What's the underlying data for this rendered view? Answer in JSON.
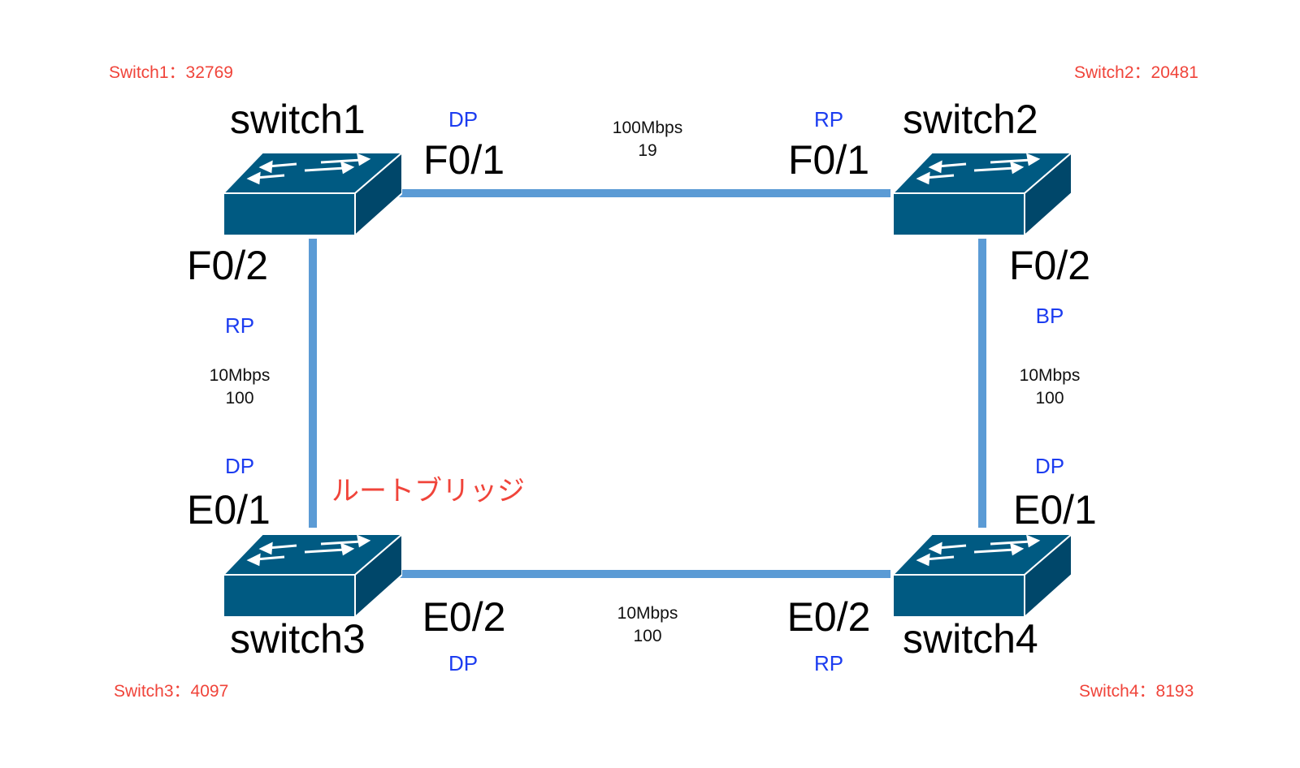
{
  "root_bridge_label": "ルートブリッジ",
  "link_color": "#5b9bd5",
  "switch_color": "#005a82",
  "switches": {
    "s1": {
      "name": "switch1",
      "priority_label": "Switch1：32769",
      "icon": "network-switch-icon"
    },
    "s2": {
      "name": "switch2",
      "priority_label": "Switch2：20481",
      "icon": "network-switch-icon"
    },
    "s3": {
      "name": "switch3",
      "priority_label": "Switch3：4097",
      "icon": "network-switch-icon"
    },
    "s4": {
      "name": "switch4",
      "priority_label": "Switch4：8193",
      "icon": "network-switch-icon"
    }
  },
  "links": {
    "top": {
      "from": "switch1",
      "to": "switch2",
      "speed": "100Mbps",
      "cost": "19",
      "a_port": "F0/1",
      "a_role": "DP",
      "b_port": "F0/1",
      "b_role": "RP"
    },
    "left": {
      "from": "switch1",
      "to": "switch3",
      "speed": "10Mbps",
      "cost": "100",
      "a_port": "F0/2",
      "a_role": "RP",
      "b_port": "E0/1",
      "b_role": "DP"
    },
    "right": {
      "from": "switch2",
      "to": "switch4",
      "speed": "10Mbps",
      "cost": "100",
      "a_port": "F0/2",
      "a_role": "BP",
      "b_port": "E0/1",
      "b_role": "DP"
    },
    "bottom": {
      "from": "switch3",
      "to": "switch4",
      "speed": "10Mbps",
      "cost": "100",
      "a_port": "E0/2",
      "a_role": "DP",
      "b_port": "E0/2",
      "b_role": "RP"
    }
  }
}
